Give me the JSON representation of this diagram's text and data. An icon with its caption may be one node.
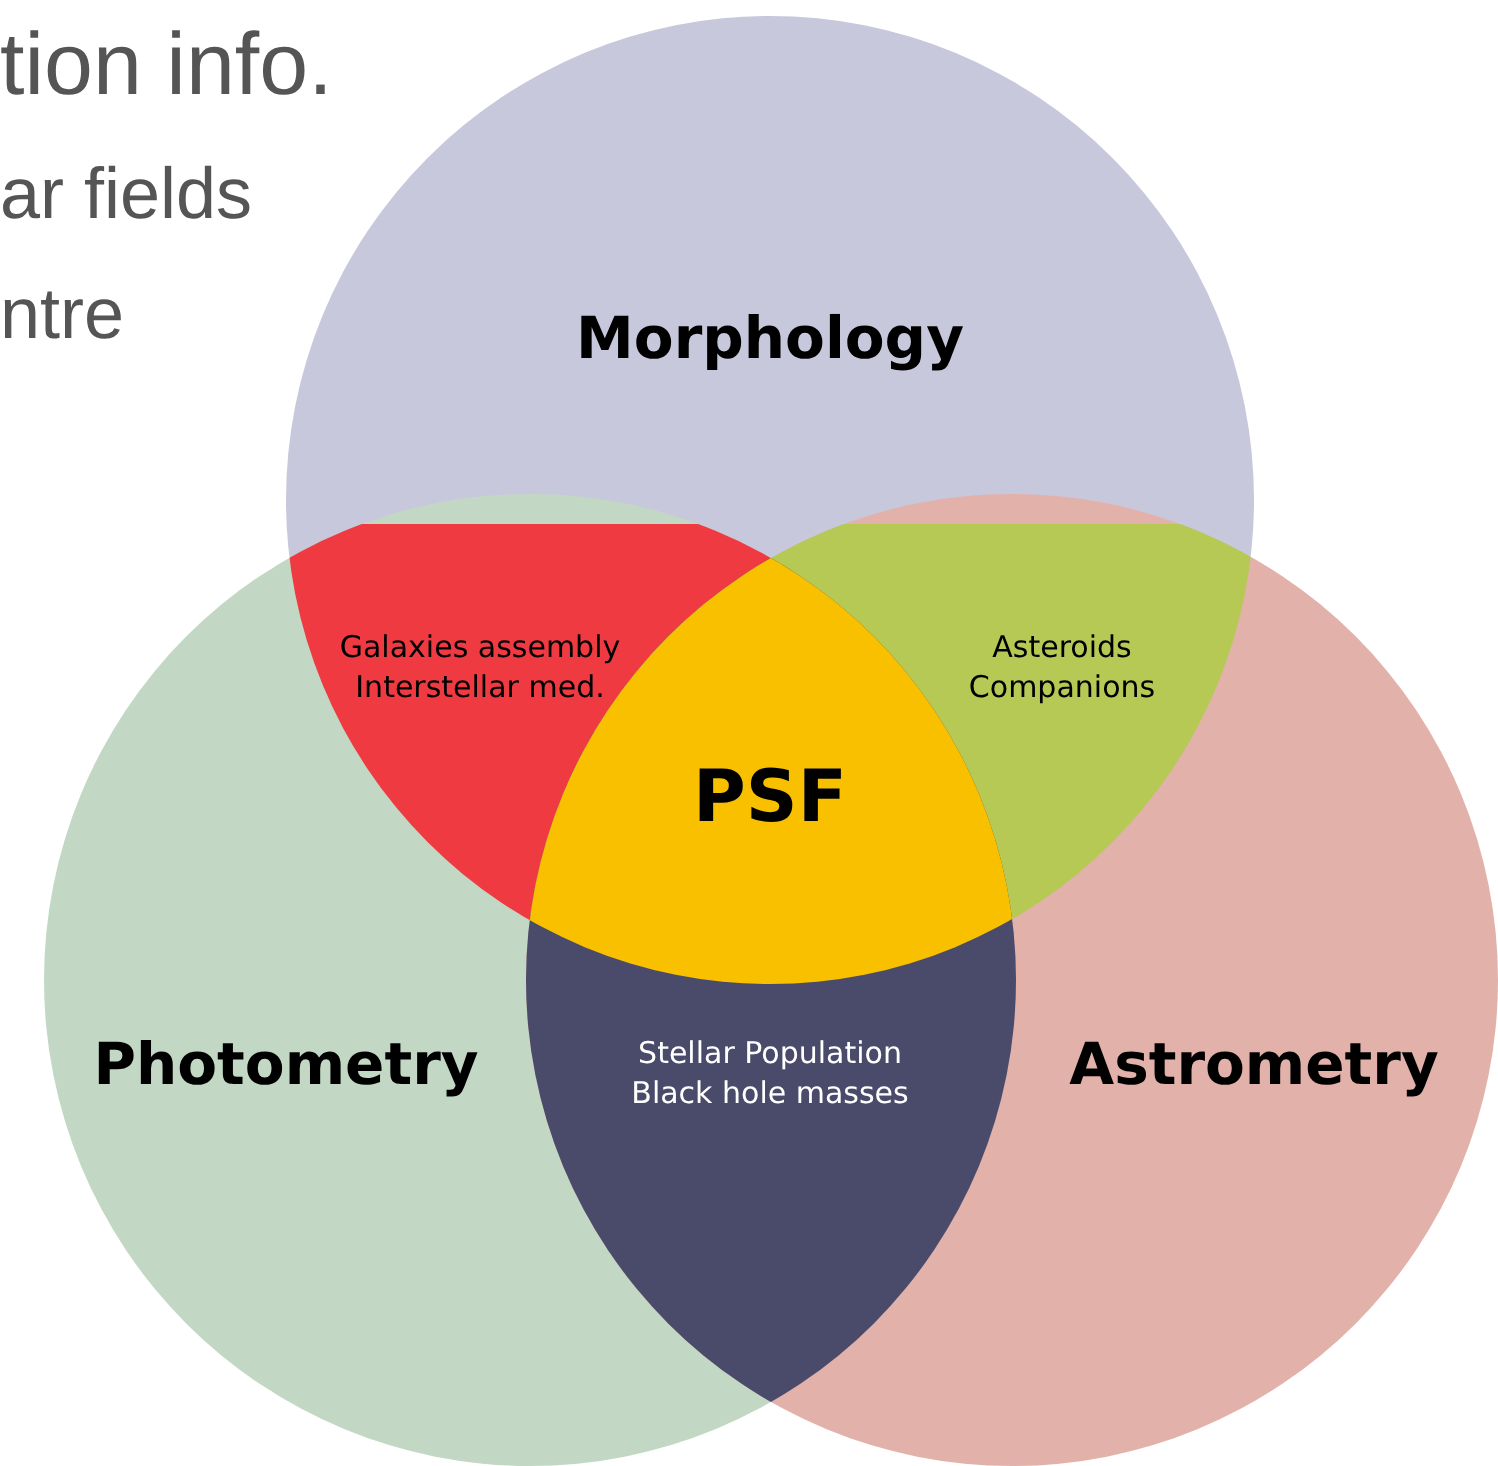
{
  "diagram": {
    "nodes": [
      {
        "text": [
          "Morphology"
        ]
      },
      {
        "text": [
          "Photometry"
        ]
      },
      {
        "text": [
          "Astrometry"
        ]
      },
      {
        "text": [
          "Galaxies assembly",
          "Interstellar med."
        ]
      },
      {
        "text": [
          "Asteroids",
          "Companions"
        ]
      },
      {
        "text": [
          "PSF"
        ]
      },
      {
        "text": [
          "Stellar Population",
          "Black hole masses"
        ]
      }
    ],
    "edges": [],
    "labels": [
      "tion info.",
      "ar fields",
      "ntre"
    ]
  }
}
